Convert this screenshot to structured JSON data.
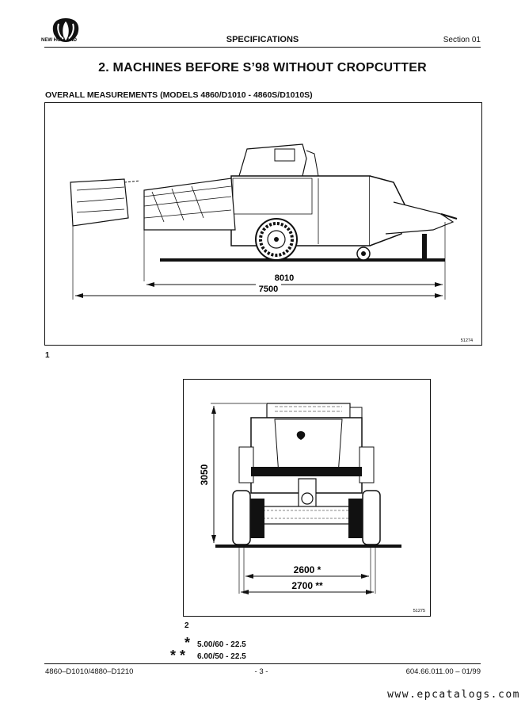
{
  "header": {
    "brand": "NEW HOLLAND",
    "title": "SPECIFICATIONS",
    "section": "Section 01"
  },
  "heading": "2.  MACHINES BEFORE S’98 WITHOUT CROPCUTTER",
  "subheading": "OVERALL MEASUREMENTS  (MODELS 4860/D1010 - 4860S/D1010S)",
  "figure1": {
    "number": "1",
    "id": "51274",
    "dim_inner": "8010",
    "dim_outer": "7500"
  },
  "figure2": {
    "number": "2",
    "id": "51275",
    "height": "3050",
    "width_a": "2600 *",
    "width_b": "2700 **"
  },
  "notes": [
    {
      "mark": "*",
      "text": "5.00/60 - 22.5"
    },
    {
      "mark": "* *",
      "text": "6.00/50 - 22.5"
    }
  ],
  "footer": {
    "models": "4860–D1010/4880–D1210",
    "page": "- 3 -",
    "doc": "604.66.011.00 – 01/99"
  },
  "watermark": "www.epcatalogs.com"
}
